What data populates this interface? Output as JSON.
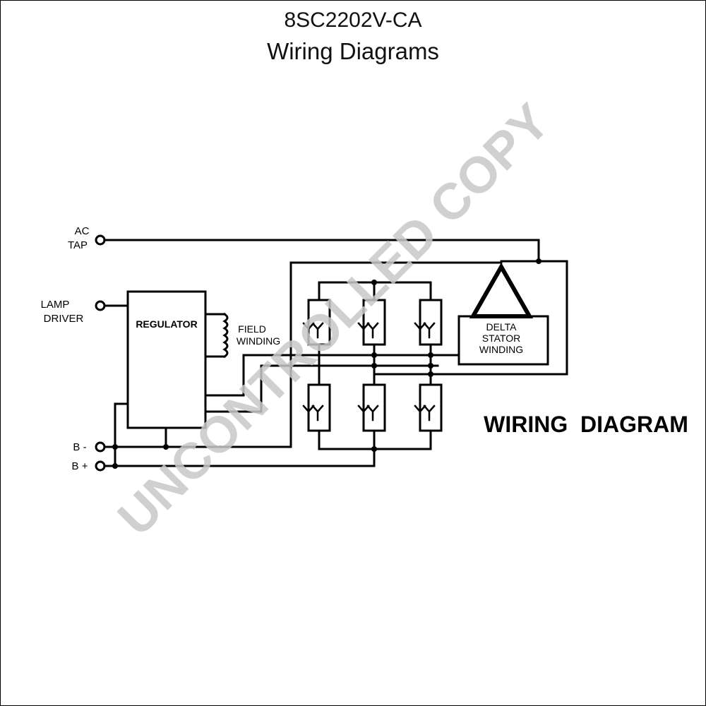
{
  "header": {
    "part_number": "8SC2202V-CA",
    "subtitle": "Wiring Diagrams"
  },
  "terminals": {
    "ac_tap": [
      "AC",
      "TAP"
    ],
    "lamp_driver": [
      "LAMP",
      "DRIVER"
    ],
    "b_minus": "B -",
    "b_plus": "B +"
  },
  "components": {
    "regulator": "REGULATOR",
    "field_winding": [
      "FIELD",
      "WINDING"
    ],
    "stator": [
      "DELTA",
      "STATOR",
      "WINDING"
    ]
  },
  "diagram_caption": "WIRING  DIAGRAM",
  "watermark": "UNCONTROLLED COPY"
}
